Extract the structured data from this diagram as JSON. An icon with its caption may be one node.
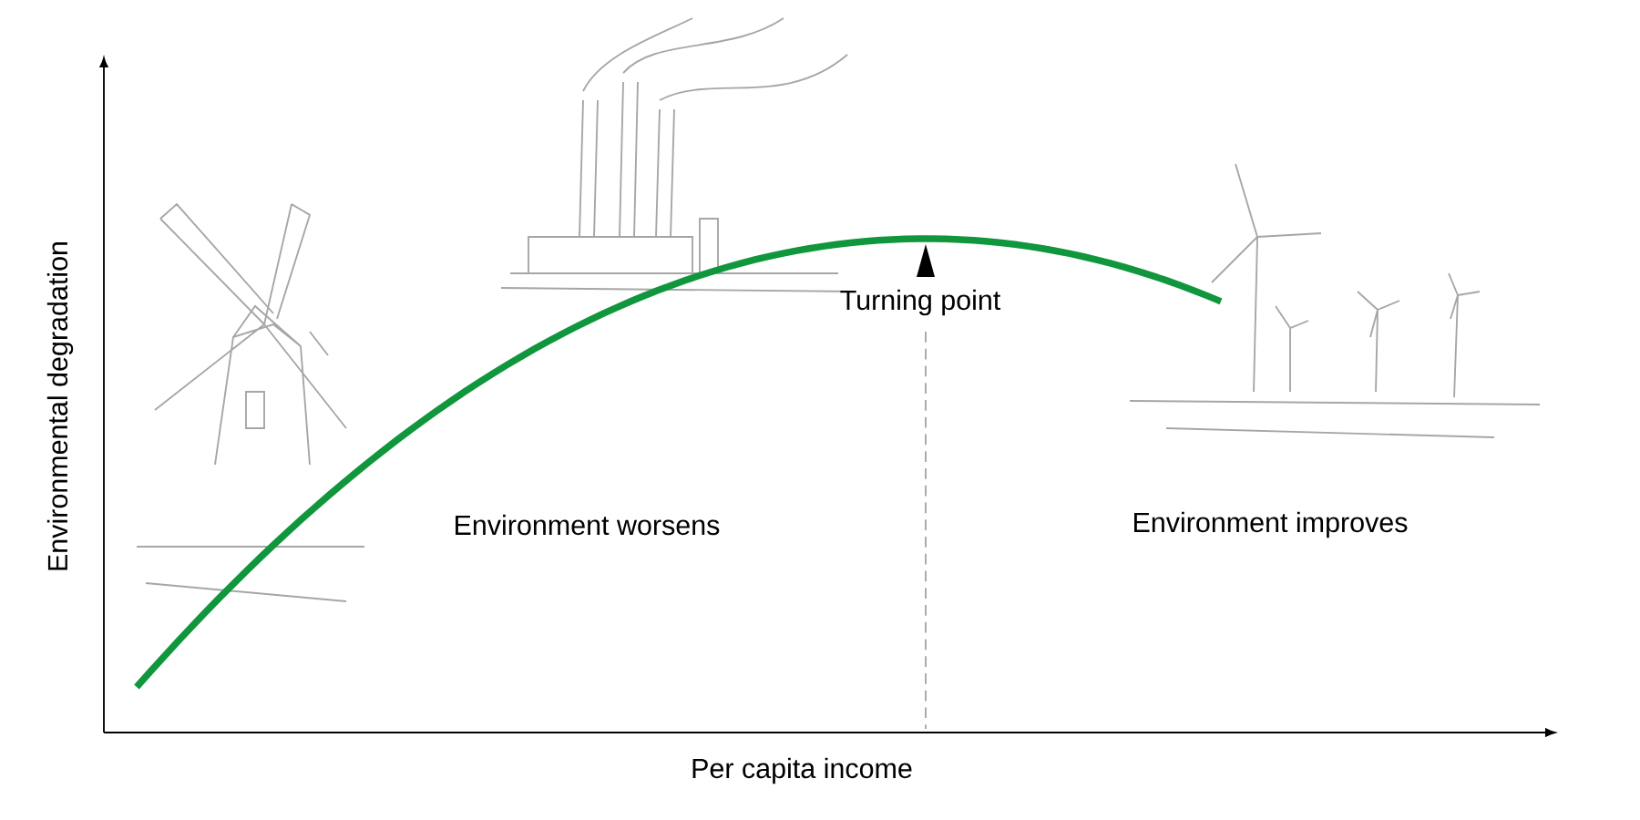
{
  "diagram": {
    "labels": [
      "Environmental degradation",
      "Turning point",
      "Environment worsens",
      "Environment improves",
      "Per capita income"
    ]
  }
}
